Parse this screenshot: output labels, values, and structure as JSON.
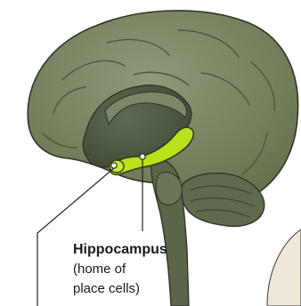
{
  "label": {
    "title": "Hippocampus",
    "description_lines": [
      "(home of",
      "place cells)"
    ]
  },
  "colors": {
    "background": "#ffffff",
    "cerebrum": "#6f7a5e",
    "cerebrum_highlight": "#8e9a7a",
    "inner_structures": "#53604a",
    "hippocampus": "#b8e21c",
    "hippocampus_outline": "#2e3a20",
    "pointer_line": "#222222",
    "right_shape": "#efe8d8"
  }
}
